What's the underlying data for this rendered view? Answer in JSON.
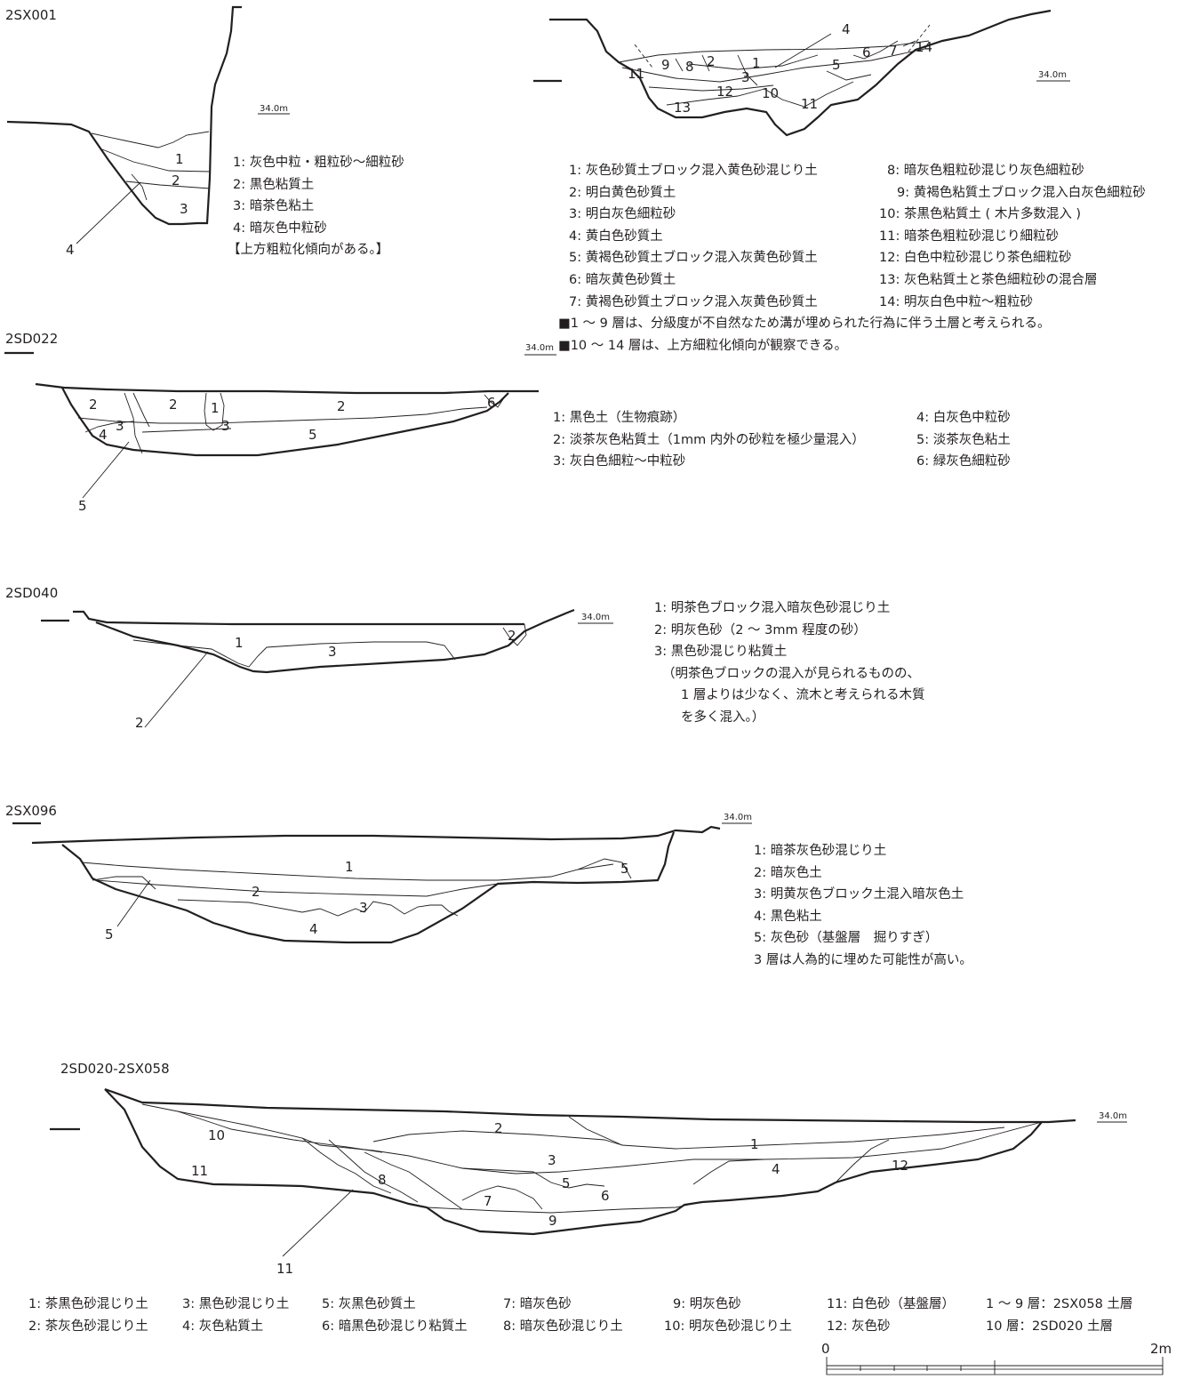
{
  "titles": {
    "sx001": "2SX001",
    "sd022": "2SD022",
    "sd040": "2SD040",
    "sx096": "2SX096",
    "sd020": "2SD020-2SX058"
  },
  "elevation_mark": "34.0m",
  "sx001": {
    "layer_labels": [
      "1",
      "2",
      "3",
      "4"
    ],
    "legend": [
      "1: 灰色中粒・粗粒砂～細粒砂",
      "2: 黒色粘質土",
      "3: 暗茶色粘土",
      "4: 暗灰色中粒砂",
      "【上方粗粒化傾向がある。】"
    ]
  },
  "sd_top": {
    "layer_labels": [
      "1",
      "2",
      "3",
      "4",
      "5",
      "6",
      "7",
      "8",
      "9",
      "10",
      "11",
      "12",
      "13",
      "14"
    ],
    "legend_left": [
      "1: 灰色砂質土ブロック混入黄色砂混じり土",
      "2: 明白黄色砂質土",
      "3: 明白灰色細粒砂",
      "4: 黄白色砂質土",
      "5: 黄褐色砂質土ブロック混入灰黄色砂質土",
      "6: 暗灰黄色砂質土",
      "7: 黄褐色砂質土ブロック混入灰黄色砂質土"
    ],
    "legend_right": [
      "8: 暗灰色粗粒砂混じり灰色細粒砂",
      "9: 黄褐色粘質土ブロック混入白灰色細粒砂",
      "10: 茶黒色粘質土 ( 木片多数混入 )",
      "11: 暗茶色粗粒砂混じり細粒砂",
      "12: 白色中粒砂混じり茶色細粒砂",
      "13: 灰色粘質土と茶色細粒砂の混合層",
      "14: 明灰白色中粒～粗粒砂"
    ],
    "notes": [
      "■1 ～ 9 層は、分級度が不自然なため溝が埋められた行為に伴う土層と考えられる。",
      "■10 ～ 14 層は、上方細粒化傾向が観察できる。"
    ]
  },
  "sd022": {
    "layer_labels": [
      "2",
      "2",
      "1",
      "3",
      "2",
      "3",
      "4",
      "5",
      "6",
      "5"
    ],
    "legend_left": [
      "1: 黒色土（生物痕跡）",
      "2: 淡茶灰色粘質土（1mm 内外の砂粒を極少量混入）",
      "3: 灰白色細粒～中粒砂"
    ],
    "legend_right": [
      "4: 白灰色中粒砂",
      "5: 淡茶灰色粘土",
      "6: 緑灰色細粒砂"
    ]
  },
  "sd040": {
    "layer_labels": [
      "1",
      "3",
      "2",
      "2"
    ],
    "legend": [
      "1: 明茶色ブロック混入暗灰色砂混じり土",
      "2: 明灰色砂（2 ～ 3mm 程度の砂）",
      "3: 黒色砂混じり粘質土",
      "（明茶色ブロックの混入が見られるものの、",
      "1 層よりは少なく、流木と考えられる木質",
      "を多く混入。）"
    ]
  },
  "sx096": {
    "layer_labels": [
      "1",
      "5",
      "2",
      "3",
      "4",
      "5"
    ],
    "legend": [
      "1: 暗茶灰色砂混じり土",
      "2: 暗灰色土",
      "3: 明黄灰色ブロック土混入暗灰色土",
      "4: 黒色粘土",
      "5: 灰色砂（基盤層　掘りすぎ）",
      "3 層は人為的に埋めた可能性が高い。"
    ]
  },
  "sd020": {
    "layer_labels": [
      "10",
      "2",
      "1",
      "3",
      "11",
      "8",
      "5",
      "4",
      "12",
      "6",
      "7",
      "9",
      "11"
    ],
    "legend": [
      [
        "1: 茶黒色砂混じり土",
        "2: 茶灰色砂混じり土"
      ],
      [
        "3: 黒色砂混じり土",
        "4: 灰色粘質土"
      ],
      [
        "5: 灰黒色砂質土",
        "6: 暗黒色砂混じり粘質土"
      ],
      [
        "7: 暗灰色砂",
        "8: 暗灰色砂混じり土"
      ],
      [
        "9: 明灰色砂",
        "10: 明灰色砂混じり土"
      ],
      [
        "11: 白色砂（基盤層）",
        "12: 灰色砂"
      ],
      [
        "1 ～ 9 層：2SX058 土層",
        "10 層：2SD020 土層"
      ]
    ]
  },
  "scale": {
    "start": "0",
    "end": "2m"
  }
}
